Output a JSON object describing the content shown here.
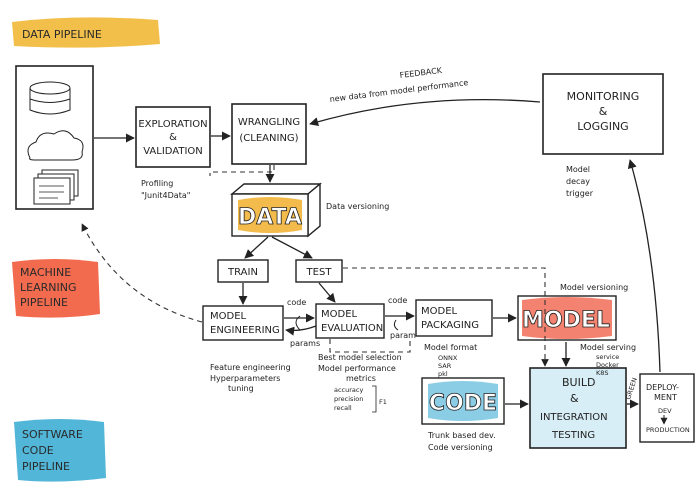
{
  "colors": {
    "pipeline_data": "#f2c04a",
    "pipeline_ml": "#f26b4e",
    "pipeline_code": "#52b6d8",
    "data_badge": "#f3bb4c",
    "model_badge": "#f48270",
    "code_badge": "#8ccde6",
    "build_fill": "#d8eef6",
    "ink": "#222222"
  },
  "pipelines": {
    "data": [
      "DATA PIPELINE"
    ],
    "ml": [
      "MACHINE",
      "LEARNING",
      "PIPELINE"
    ],
    "code": [
      "SOFTWARE",
      "CODE",
      "PIPELINE"
    ]
  },
  "sources": {
    "icons": [
      "database-icon",
      "cloud-icon",
      "documents-icon"
    ]
  },
  "boxes": {
    "exploration": [
      "EXPLORATION",
      "&",
      "VALIDATION"
    ],
    "wrangling": [
      "WRANGLING",
      "(CLEANING)"
    ],
    "data": "DATA",
    "train": "TRAIN",
    "test": "TEST",
    "engineering": [
      "MODEL",
      "ENGINEERING"
    ],
    "evaluation": [
      "MODEL",
      "EVALUATION"
    ],
    "packaging": [
      "MODEL",
      "PACKAGING"
    ],
    "model": "MODEL",
    "code": "CODE",
    "build": [
      "BUILD",
      "&",
      "INTEGRATION",
      "TESTING"
    ],
    "deployment": [
      "DEPLOY-",
      "MENT",
      "DEV",
      "PRODUCTION"
    ],
    "monitoring": [
      "MONITORING",
      "&",
      "LOGGING"
    ]
  },
  "notes": {
    "feedback": [
      "FEEDBACK",
      "new data from model performance"
    ],
    "profiling": [
      "Profiling",
      "\"Junit4Data\""
    ],
    "data_versioning": "Data versioning",
    "model_decay": [
      "Model",
      "decay",
      "trigger"
    ],
    "code_label": "code",
    "params_label": "params",
    "code_label2": "code",
    "param_label": "param",
    "model_versioning": "Model versioning",
    "feature_eng": [
      "Feature engineering",
      "Hyperparameters",
      "tuning"
    ],
    "evaluation_notes": [
      "Best model selection",
      "Model performance",
      "metrics"
    ],
    "metrics": [
      "accuracy",
      "precision",
      "recall"
    ],
    "f1": "F1",
    "model_format": [
      "Model format",
      "ONNX",
      "SAR",
      "pkl"
    ],
    "model_serving": [
      "Model serving",
      "service",
      "Docker",
      "K8S"
    ],
    "code_notes": [
      "Trunk based dev.",
      "Code versioning"
    ],
    "green": "GREEN"
  }
}
